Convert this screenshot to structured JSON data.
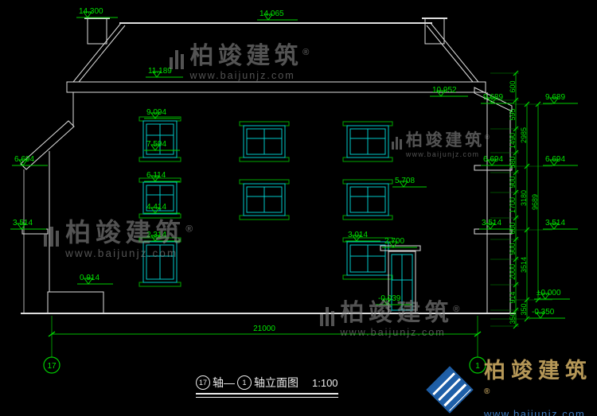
{
  "drawing": {
    "title": {
      "axis_start": "17",
      "axis_mid": "轴—",
      "axis_end": "1",
      "suffix": "轴立面图",
      "scale": "1:100"
    },
    "axis_bubbles": {
      "left": "17",
      "right": "1"
    },
    "bottom_total": "21000",
    "elevation_markers": [
      "14.300",
      "14.065",
      "11.189",
      "10.952",
      "9.689",
      "9.094",
      "7.594",
      "6.694",
      "6.114",
      "5.708",
      "4.414",
      "3.514",
      "2.314",
      "3.014",
      "2.700",
      "0.914",
      "-0.039",
      "9.689",
      "6.694",
      "6.694",
      "3.514",
      "3.514",
      "±0.000",
      "-0.350"
    ],
    "right_dim_col1": [
      "600",
      "595",
      "1490",
      "580",
      "900",
      "1700",
      "600",
      "900",
      "2000",
      "914",
      "350"
    ],
    "right_dim_col2": [
      "2985",
      "3180",
      "3514",
      "350"
    ],
    "right_dim_col3": [
      "9689"
    ]
  },
  "watermark": {
    "brand": "柏竣建筑",
    "reg": "®",
    "url": "www.baijunjz.com"
  }
}
